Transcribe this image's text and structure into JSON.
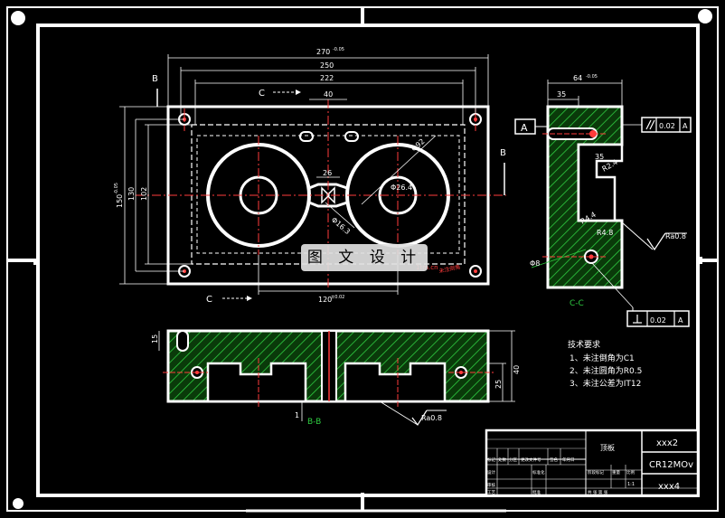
{
  "dims": {
    "top_overall": "270",
    "top_overall_tol": "-0.05",
    "top_250": "250",
    "top_222": "222",
    "top_40": "40",
    "left_overall": "150",
    "left_overall_tol": "-0.05",
    "left_130": "130",
    "left_102": "102",
    "center_26": "26",
    "dia_92": "Φ92",
    "dia_26_4": "Φ26.4",
    "dia_16": "Φ16.3",
    "bottom_120": "120",
    "bottom_120_tol": "±0.02",
    "side_top": "64",
    "side_top_tol": "-0.05",
    "side_35a": "35",
    "side_35b": "35",
    "side_r24": "R2.4",
    "side_r44": "R4.4",
    "side_r48": "R4.8",
    "side_d8": "Φ8",
    "bottom_h40": "40",
    "bottom_h25": "25",
    "bottom_h15": "15",
    "bottom_w1": "1"
  },
  "section_labels": {
    "b_top": "B",
    "b_right": "B",
    "c_top": "C",
    "c_bottom": "C",
    "cc": "C-C",
    "bb": "B-B",
    "datum_a": "A"
  },
  "tolerances": {
    "parallel_value": "0.02",
    "parallel_datum": "A",
    "perp_value": "0.02",
    "perp_datum": "A"
  },
  "roughness": {
    "side": "Ra0.8",
    "bottom": "Ra0.8"
  },
  "notes": {
    "title": "技术要求",
    "items": [
      "1、未注倒角为C1",
      "2、未注圆角为R0.5",
      "3、未注公差为IT12"
    ]
  },
  "title_block": {
    "part_name": "顶板",
    "code": "xxx2",
    "material": "CR12MOv",
    "drawing_no": "xxx4",
    "scale_label": "比例",
    "scale_value": "1:1",
    "stage_label": "阶段标记",
    "weight_label": "重量",
    "mark_label": "标记",
    "qty_label": "处数",
    "zone_label": "分区",
    "doc_label": "更改文件号",
    "sign_label": "签名",
    "date_label": "年月日",
    "design_label": "设计",
    "std_label": "标准化",
    "review_label": "审核",
    "process_label": "工艺",
    "approve_label": "批准",
    "sheets_label": "共 张 第 张"
  },
  "watermark": "图 文 设 计",
  "watermark_url": "1tm.cn",
  "red_note": "未注倒角"
}
